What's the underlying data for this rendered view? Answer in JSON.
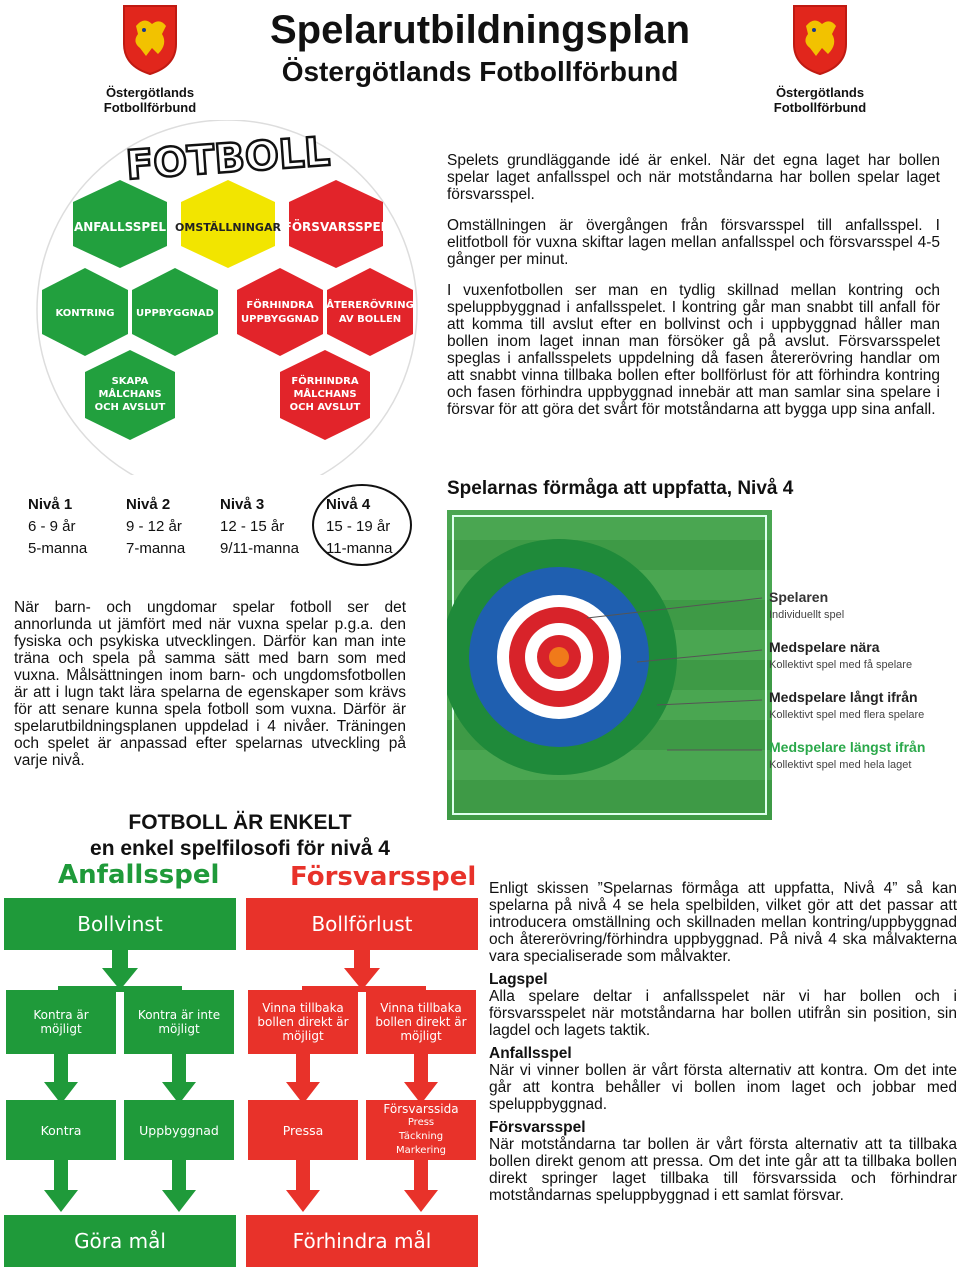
{
  "header": {
    "title": "Spelarutbildningsplan",
    "subtitle": "Östergötlands Fotbollförbund",
    "logo_text_line1": "Östergötlands",
    "logo_text_line2": "Fotbollförbund"
  },
  "hex_diagram": {
    "banner": "FOTBOLL",
    "top_row": [
      "ANFALLSSPEL",
      "OMSTÄLLNINGAR",
      "FÖRSVARSSPEL"
    ],
    "middle_row": [
      "KONTRING",
      "UPPBYGGNAD",
      "FÖRHINDRA UPPBYGGNAD",
      "ÅTERERÖVRING AV BOLLEN"
    ],
    "bottom_row": [
      "SKAPA MÅLCHANS OCH AVSLUT",
      "FÖRHINDRA MÅLCHANS OCH AVSLUT"
    ]
  },
  "intro": {
    "p1": "Spelets grundläggande idé är enkel. När det egna laget har bollen spelar laget anfallsspel och när motståndarna har bollen spelar laget försvarsspel.",
    "p2": "Omställningen är övergången från försvarsspel till anfallsspel. I elitfotboll för vuxna skiftar lagen mellan anfallsspel och försvarsspel 4-5 gånger per minut.",
    "p3": "I vuxenfotbollen ser man en tydlig skillnad mellan kontring och speluppbyggnad i anfallsspelet. I kontring går man snabbt till anfall för att komma till avslut efter en bollvinst och i uppbyggnad håller man bollen inom laget innan man försöker gå på avslut. Försvarsspelet speglas i anfallsspelets uppdelning då fasen återerövring handlar om att snabbt vinna tillbaka bollen efter bollförlust för att förhindra kontring och fasen förhindra uppbyggnad innebär att man samlar sina spelare i försvar för att göra det svårt för motståndarna att bygga upp sina anfall."
  },
  "levels": [
    {
      "name": "Nivå 1",
      "age": "6 - 9 år",
      "format": "5-manna"
    },
    {
      "name": "Nivå 2",
      "age": "9 - 12 år",
      "format": "7-manna"
    },
    {
      "name": "Nivå 3",
      "age": "12 - 15 år",
      "format": "9/11-manna"
    },
    {
      "name": "Nivå 4",
      "age": "15 - 19 år",
      "format": "11-manna"
    }
  ],
  "perception": {
    "title": "Spelarnas förmåga att uppfatta, Nivå 4",
    "labels": [
      {
        "title": "Spelaren",
        "sub": "Individuellt spel"
      },
      {
        "title": "Medspelare nära",
        "sub": "Kollektivt spel med få spelare"
      },
      {
        "title": "Medspelare långt ifrån",
        "sub": "Kollektivt spel med flera spelare"
      },
      {
        "title": "Medspelare längst ifrån",
        "sub": "Kollektivt spel med hela laget"
      }
    ],
    "colors": {
      "outer": "#1f8a3a",
      "blue": "#1f5fb0",
      "red": "#d8232a",
      "center": "#f07a1a",
      "accent_green": "#2aa84a"
    }
  },
  "youth_text": "När barn- och ungdomar spelar fotboll ser det annorlunda ut jämfört med när vuxna spelar p.g.a. den fysiska och psykiska utvecklingen. Därför kan man inte träna och spela på samma sätt med barn som med vuxna. Målsättningen inom barn- och ungdomsfotbollen är att i lugn takt lära spelarna de egenskaper som krävs för att senare kunna spela fotboll som vuxna. Därför är spelarutbildningsplanen uppdelad i 4 nivåer. Träningen och spelet är anpassad efter spelarnas utveckling på varje nivå.",
  "flow": {
    "title_line1": "FOTBOLL ÄR ENKELT",
    "title_line2": "en enkel spelfilosofi för nivå 4",
    "attack_heading": "Anfallsspel",
    "defense_heading": "Försvarsspel",
    "attack_top": "Bollvinst",
    "defense_top": "Bollförlust",
    "attack_options": [
      "Kontra är möjligt",
      "Kontra är inte möjligt"
    ],
    "defense_options": [
      "Vinna tillbaka bollen direkt är möjligt",
      "Vinna tillbaka bollen direkt är möjligt"
    ],
    "attack_actions": [
      "Kontra",
      "Uppbyggnad"
    ],
    "defense_action_1": "Pressa",
    "defense_action_2": {
      "title": "Försvarssida",
      "items": [
        "Press",
        "Täckning",
        "Markering"
      ]
    },
    "attack_goal": "Göra mål",
    "defense_goal": "Förhindra mål",
    "green": "#1f9a3a",
    "red": "#e8322a"
  },
  "right_text": {
    "intro": "Enligt skissen ”Spelarnas förmåga att uppfatta, Nivå 4” så kan spelarna på nivå 4 se hela spelbilden, vilket gör att det passar att introducera omställning och skillnaden mellan kontring/uppbyggnad och återerövring/förhindra uppbyggnad. På nivå 4 ska målvakterna vara specialiserade som målvakter.",
    "h1": "Lagspel",
    "p1": "Alla spelare deltar i anfallsspelet när vi har bollen och i försvarsspelet när motståndarna har bollen utifrån sin position, sin lagdel och lagets taktik.",
    "h2": "Anfallsspel",
    "p2": "När vi vinner bollen är vårt första alternativ att kontra. Om det inte går att kontra behåller vi bollen inom laget och jobbar med speluppbyggnad.",
    "h3": "Försvarsspel",
    "p3": "När motståndarna tar bollen är vårt första alternativ att ta tillbaka bollen direkt genom att pressa. Om det inte går att ta tillbaka bollen direkt springer laget tillbaka till försvarssida och förhindrar motståndarnas speluppbyggnad i ett samlat försvar."
  }
}
